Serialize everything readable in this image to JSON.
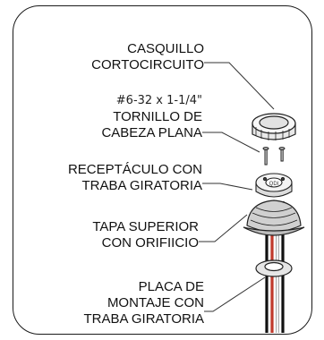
{
  "labels": {
    "cap": [
      "CASQUILLO",
      "CORTOCIRCUITO"
    ],
    "screw_spec": "#6-32 x 1-1/4\"",
    "screw": [
      "TORNILLO DE",
      "CABEZA PLANA"
    ],
    "receptacle": [
      "RECEPTÁCULO CON",
      "TRABA GIRATORIA"
    ],
    "top_cap": [
      "TAPA SUPERIOR",
      "CON ORIFIICIO"
    ],
    "plate": [
      "PLACA DE",
      "MONTAJE CON",
      "TRABA GIRATORIA"
    ]
  },
  "receptacle_logo": "QDI",
  "colors": {
    "outline": "#1a1a1a",
    "wire_red": "#c0392b",
    "wire_white": "#f2f2f2",
    "wire_black": "#111111"
  }
}
